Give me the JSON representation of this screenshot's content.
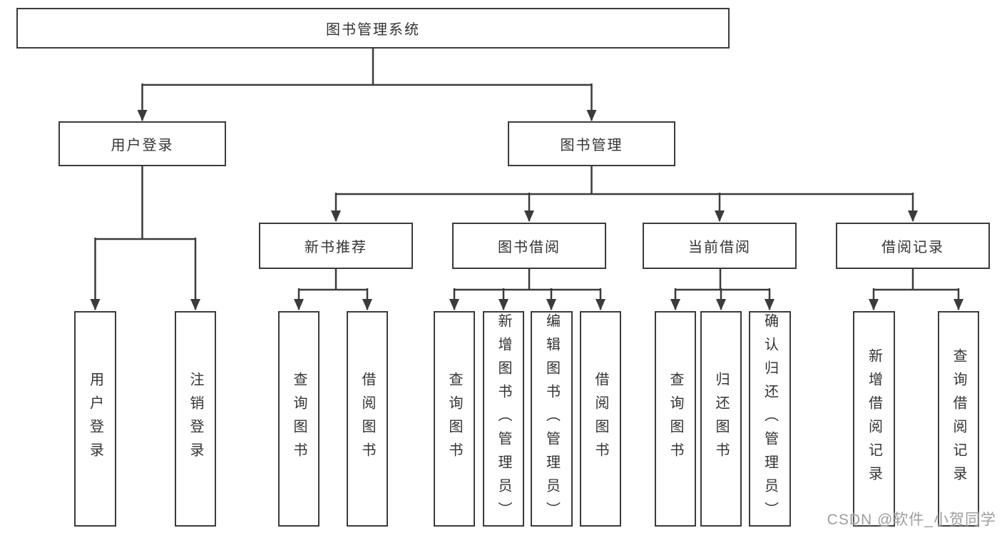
{
  "tree": {
    "label": "图书管理系统",
    "children": [
      {
        "label": "用户登录",
        "children": [
          {
            "label": "用户登录"
          },
          {
            "label": "注销登录"
          }
        ]
      },
      {
        "label": "图书管理",
        "children": [
          {
            "label": "新书推荐",
            "children": [
              {
                "label": "查询图书"
              },
              {
                "label": "借阅图书"
              }
            ]
          },
          {
            "label": "图书借阅",
            "children": [
              {
                "label": "查询图书"
              },
              {
                "label": "新增图书（管理员）"
              },
              {
                "label": "编辑图书（管理员）"
              },
              {
                "label": "借阅图书"
              }
            ]
          },
          {
            "label": "当前借阅",
            "children": [
              {
                "label": "查询图书"
              },
              {
                "label": "归还图书"
              },
              {
                "label": "确认归还（管理员）"
              }
            ]
          },
          {
            "label": "借阅记录",
            "children": [
              {
                "label": "新增借阅记录"
              },
              {
                "label": "查询借阅记录"
              }
            ]
          }
        ]
      }
    ]
  },
  "watermark": "CSDN @软件_小贺同学",
  "colors": {
    "line": "#3b3b3b",
    "text": "#333333",
    "watermark": "#9d9d9d",
    "background": "#ffffff"
  }
}
